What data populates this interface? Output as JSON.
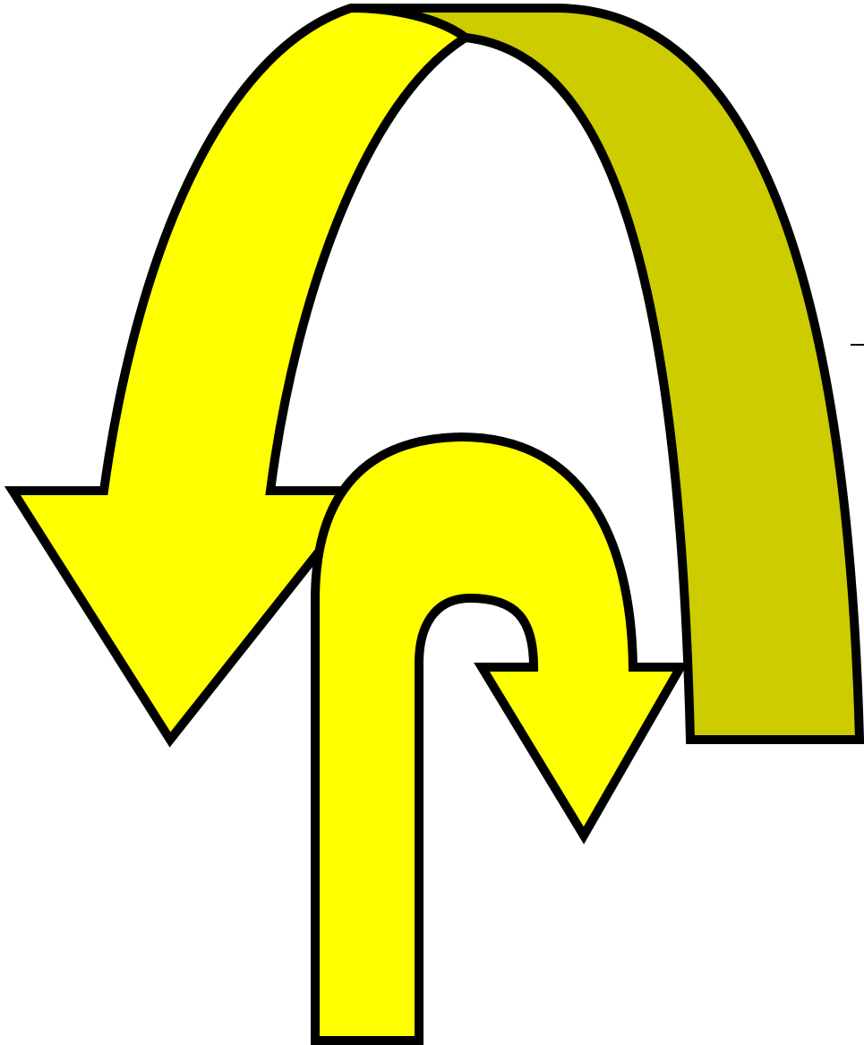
{
  "figure": {
    "background_color": "#ffffff",
    "outline_color": "#000000",
    "arrows": [
      {
        "id": "large-curved-arrow",
        "icon": "curved-arrow-down-left",
        "direction": "down-left",
        "front_color": "#ffff00",
        "back_color": "#cccc00"
      },
      {
        "id": "small-u-turn-arrow",
        "icon": "u-turn-arrow-down-right",
        "direction": "down-right",
        "front_color": "#ffff00"
      }
    ]
  }
}
